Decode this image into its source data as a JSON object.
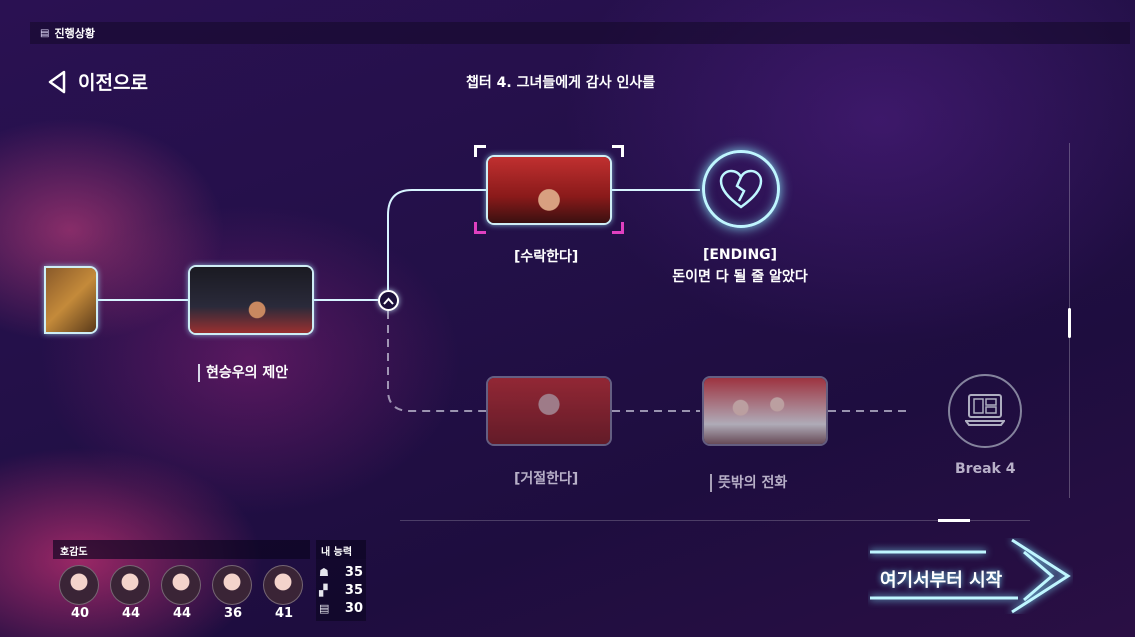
{
  "topbar": {
    "icon": "progress-icon",
    "title": "진행상황"
  },
  "nav": {
    "back_label": "이전으로"
  },
  "chapter_title": "챕터 4. 그녀들에게 감사 인사를",
  "nodes": {
    "proposal": "현승우의 제안",
    "accept": "[수락한다]",
    "ending_tag": "[ENDING]",
    "ending_title": "돈이면 다 될 줄 알았다",
    "refuse": "[거절한다]",
    "call": "뜻밖의 전화",
    "break": "Break 4"
  },
  "affection": {
    "title": "호감도",
    "values": [
      "40",
      "44",
      "44",
      "36",
      "41"
    ]
  },
  "ability": {
    "title": "내 능력",
    "stats": [
      {
        "icon": "charm-icon",
        "value": "35"
      },
      {
        "icon": "talk-icon",
        "value": "35"
      },
      {
        "icon": "book-icon",
        "value": "30"
      }
    ]
  },
  "start_button": "여기서부터 시작",
  "colors": {
    "glow": "#bff6ff",
    "accent_pink": "#e040c0",
    "bg": "#231048"
  }
}
